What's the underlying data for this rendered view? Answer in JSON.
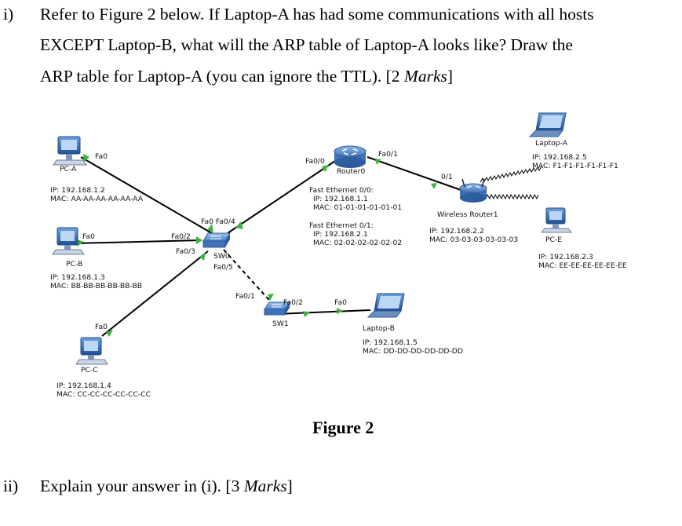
{
  "question_i": {
    "number": "i)",
    "lines": [
      "Refer to Figure 2 below. If Laptop-A has had some communications with all hosts",
      "EXCEPT Laptop-B, what will the ARP table of Laptop-A looks like? Draw the",
      "ARP table for Laptop-A (you can ignore the TTL). [2 "
    ],
    "marks_word": "Marks",
    "marks_close": "]"
  },
  "question_ii": {
    "number": "ii)",
    "text": "Explain your answer in (i). [3 ",
    "marks_word": "Marks",
    "marks_close": "]"
  },
  "figure_caption": "Figure 2",
  "devices": {
    "pc_a": {
      "name": "PC-A",
      "port": "Fa0",
      "ip": "IP: 192.168.1.2",
      "mac": "MAC: AA-AA-AA-AA-AA-AA"
    },
    "pc_b": {
      "name": "PC-B",
      "port": "Fa0",
      "ip": "IP: 192.168.1.3",
      "mac": "MAC: BB-BB-BB-BB-BB-BB"
    },
    "pc_c": {
      "name": "PC-C",
      "port": "Fa0",
      "ip": "IP: 192.168.1.4",
      "mac": "MAC: CC-CC-CC-CC-CC-CC"
    },
    "router0": {
      "name": "Router0",
      "port_left": "Fa0/0",
      "port_right": "Fa0/1",
      "fe0_title": "Fast Ethernet 0/0:",
      "fe0_ip": "IP: 192.168.1.1",
      "fe0_mac": "MAC: 01-01-01-01-01-01",
      "fe1_title": "Fast Ethernet 0/1:",
      "fe1_ip": "IP: 192.168.2.1",
      "fe1_mac": "MAC: 02-02-02-02-02-02"
    },
    "sw0": {
      "name": "SW0",
      "port_top": "Fa0 Fa0/4",
      "port_fa02": "Fa0/2",
      "port_fa03": "Fa0/3",
      "port_fa05": "Fa0/5"
    },
    "sw1": {
      "name": "SW1",
      "port_fa01": "Fa0/1",
      "port_fa02": "Fa0/2"
    },
    "laptop_b": {
      "name": "Laptop-B",
      "port": "Fa0",
      "ip": "IP: 192.168.1.5",
      "mac": "MAC: DD-DD-DD-DD-DD-DD"
    },
    "wireless_router": {
      "name": "Wireless Router1",
      "port": "0/1",
      "ip": "IP: 192.168.2.2",
      "mac": "MAC: 03-03-03-03-03-03"
    },
    "laptop_a": {
      "name": "Laptop-A",
      "ip": "IP: 192.168.2.5",
      "mac": "MAC: F1-F1-F1-F1-F1-F1"
    },
    "pc_e": {
      "name": "PC-E",
      "ip": "IP: 192.168.2.3",
      "mac": "MAC: EE-EE-EE-EE-EE-EE"
    }
  },
  "colors": {
    "link": "#000000",
    "link_up": "#3bb33b",
    "device_blue": "#3f7fd0",
    "device_dark": "#2c5d9e"
  }
}
